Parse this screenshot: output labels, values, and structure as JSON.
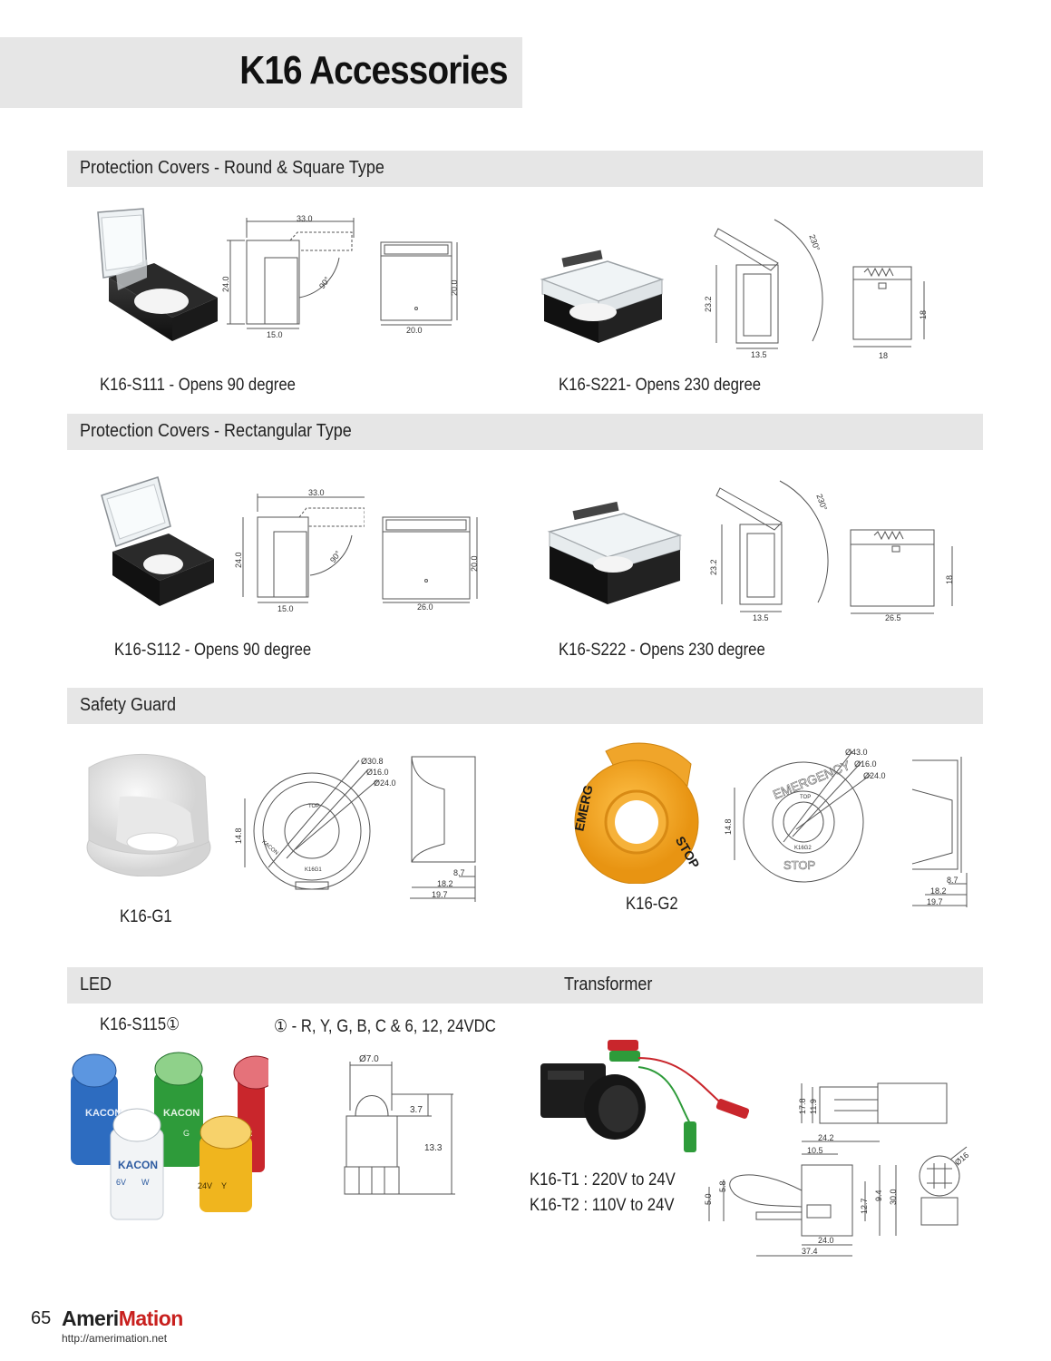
{
  "page": {
    "title": "K16 Accessories",
    "page_number": "65",
    "brand_part1": "Ameri",
    "brand_part2": "Mation",
    "url": "http://amerimation.net"
  },
  "sections": {
    "round_square": "Protection Covers - Round & Square Type",
    "rectangular": "Protection Covers - Rectangular Type",
    "safety_guard": "Safety Guard",
    "led": "LED",
    "transformer": "Transformer"
  },
  "captions": {
    "s111": "K16-S111 - Opens 90 degree",
    "s221": "K16-S221- Opens 230 degree",
    "s112": "K16-S112 - Opens 90 degree",
    "s222": "K16-S222 - Opens 230 degree",
    "g1": "K16-G1",
    "g2": "K16-G2",
    "led_model": "K16-S115①",
    "led_options": "① -  R, Y, G, B, C  & 6, 12, 24VDC",
    "t1": "K16-T1 : 220V to 24V",
    "t2": "K16-T2 : 110V to 24V"
  },
  "dimensions": {
    "s111": {
      "width": "33.0",
      "height": "24.0",
      "angle": "90°",
      "base": "15.0",
      "side_w": "20.0",
      "side_h": "20.0"
    },
    "s221": {
      "angle": "230°",
      "height": "23.2",
      "base": "13.5",
      "side_h": "18",
      "side_w": "18"
    },
    "s112": {
      "width": "33.0",
      "height": "24.0",
      "angle": "90°",
      "base": "15.0",
      "side_w": "26.0",
      "side_h": "20.0"
    },
    "s222": {
      "angle": "230°",
      "height": "23.2",
      "base": "13.5",
      "side_h": "18",
      "side_w": "26.5"
    },
    "g1": {
      "d1": "Ø30.8",
      "d2": "Ø16.0",
      "d3": "Ø24.0",
      "h": "14.8",
      "top": "TOP",
      "model": "K16G1",
      "brand": "KACON",
      "a": "8.7",
      "b": "18.2",
      "c": "19.7"
    },
    "g2": {
      "d1": "Ø43.0",
      "d2": "Ø16.0",
      "d3": "Ø24.0",
      "h": "14.8",
      "top": "TOP",
      "model": "K16G2",
      "ring_top": "EMERGENCY",
      "ring_bottom": "STOP",
      "a": "8.7",
      "b": "18.2",
      "c": "19.7"
    },
    "led": {
      "d": "Ø7.0",
      "a": "3.7",
      "b": "13.3"
    },
    "transformer": {
      "a": "17.8",
      "b": "11.9",
      "c": "24.2",
      "d": "10.5",
      "e": "5.0",
      "f": "5.8",
      "g": "12.7",
      "h": "9.4",
      "i": "30.0",
      "j": "24.0",
      "k": "37.4",
      "dia": "Ø16"
    }
  },
  "photo_labels": {
    "led_brand": "KACON",
    "led_w": "W",
    "led_y": "Y",
    "led_g": "G",
    "led_r": "R",
    "led_v1": "6V",
    "led_v2": "24V",
    "g2_top": "EMERG",
    "g2_right": "STOP"
  },
  "colors": {
    "band": "#e6e6e6",
    "brand_red": "#c8201e",
    "guard_yellow": "#f5a623",
    "led_blue": "#2d6cc0",
    "led_green": "#2e9b3a",
    "led_red": "#c9262c",
    "led_yellow": "#f0b51e"
  }
}
